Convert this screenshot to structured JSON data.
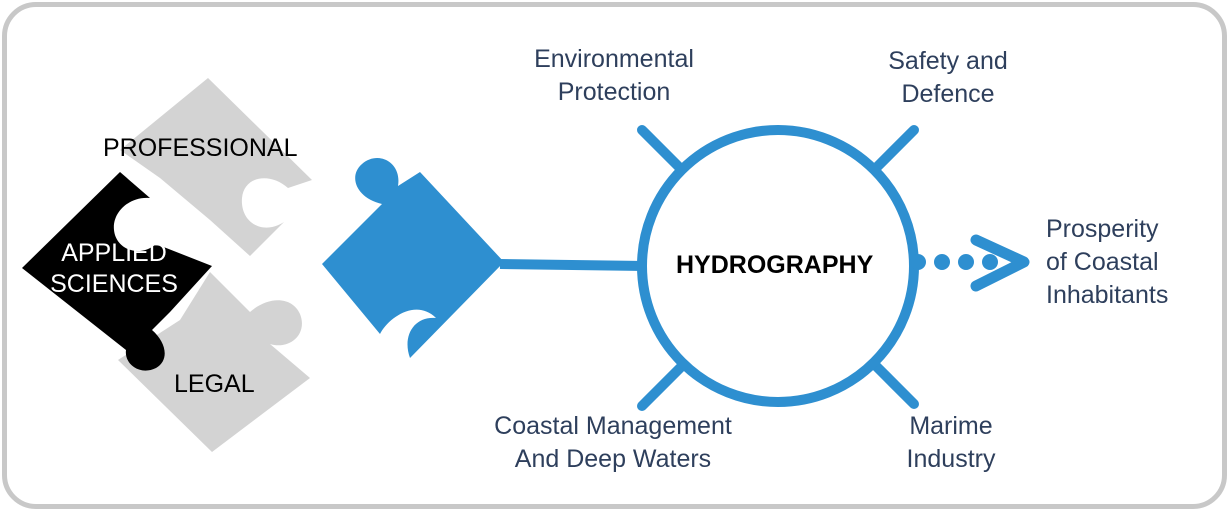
{
  "puzzle": {
    "professional": "PROFESSIONAL",
    "applied_line1": "APPLIED",
    "applied_line2": "SCIENCES",
    "legal": "LEGAL"
  },
  "hub": {
    "title": "HYDROGRAPHY"
  },
  "spokes": {
    "top_left": {
      "line1": "Environmental",
      "line2": "Protection"
    },
    "top_right": {
      "line1": "Safety and",
      "line2": "Defence"
    },
    "bottom_left": {
      "line1": "Coastal Management",
      "line2": "And Deep Waters"
    },
    "bottom_right": {
      "line1": "Marime",
      "line2": "Industry"
    }
  },
  "outcome": {
    "line1": "Prosperity",
    "line2": "of Coastal",
    "line3": "Inhabitants"
  },
  "colors": {
    "accent_blue": "#2e8fd0",
    "piece_gray": "#d3d3d3",
    "piece_black": "#000000",
    "text_navy": "#2e3f5c",
    "frame_gray": "#c8c8c8"
  }
}
